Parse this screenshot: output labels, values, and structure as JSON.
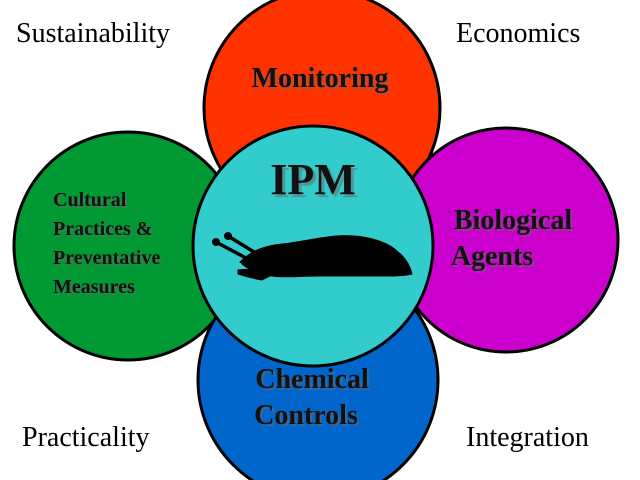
{
  "diagram": {
    "center": {
      "label": "IPM",
      "color": "#33cccc",
      "icon": "slug-icon"
    },
    "petals": {
      "top": {
        "lines": [
          "Monitoring"
        ],
        "color": "#ff3300"
      },
      "right": {
        "lines": [
          "Biological",
          "Agents"
        ],
        "color": "#cc00cc"
      },
      "bottom": {
        "lines": [
          "Chemical",
          "Controls"
        ],
        "color": "#0066cc"
      },
      "left": {
        "lines": [
          "Cultural",
          "Practices &",
          "Preventative",
          "Measures"
        ],
        "color": "#009933"
      }
    },
    "corners": {
      "top_left": "Sustainability",
      "top_right": "Economics",
      "bottom_left": "Practicality",
      "bottom_right": "Integration"
    }
  }
}
